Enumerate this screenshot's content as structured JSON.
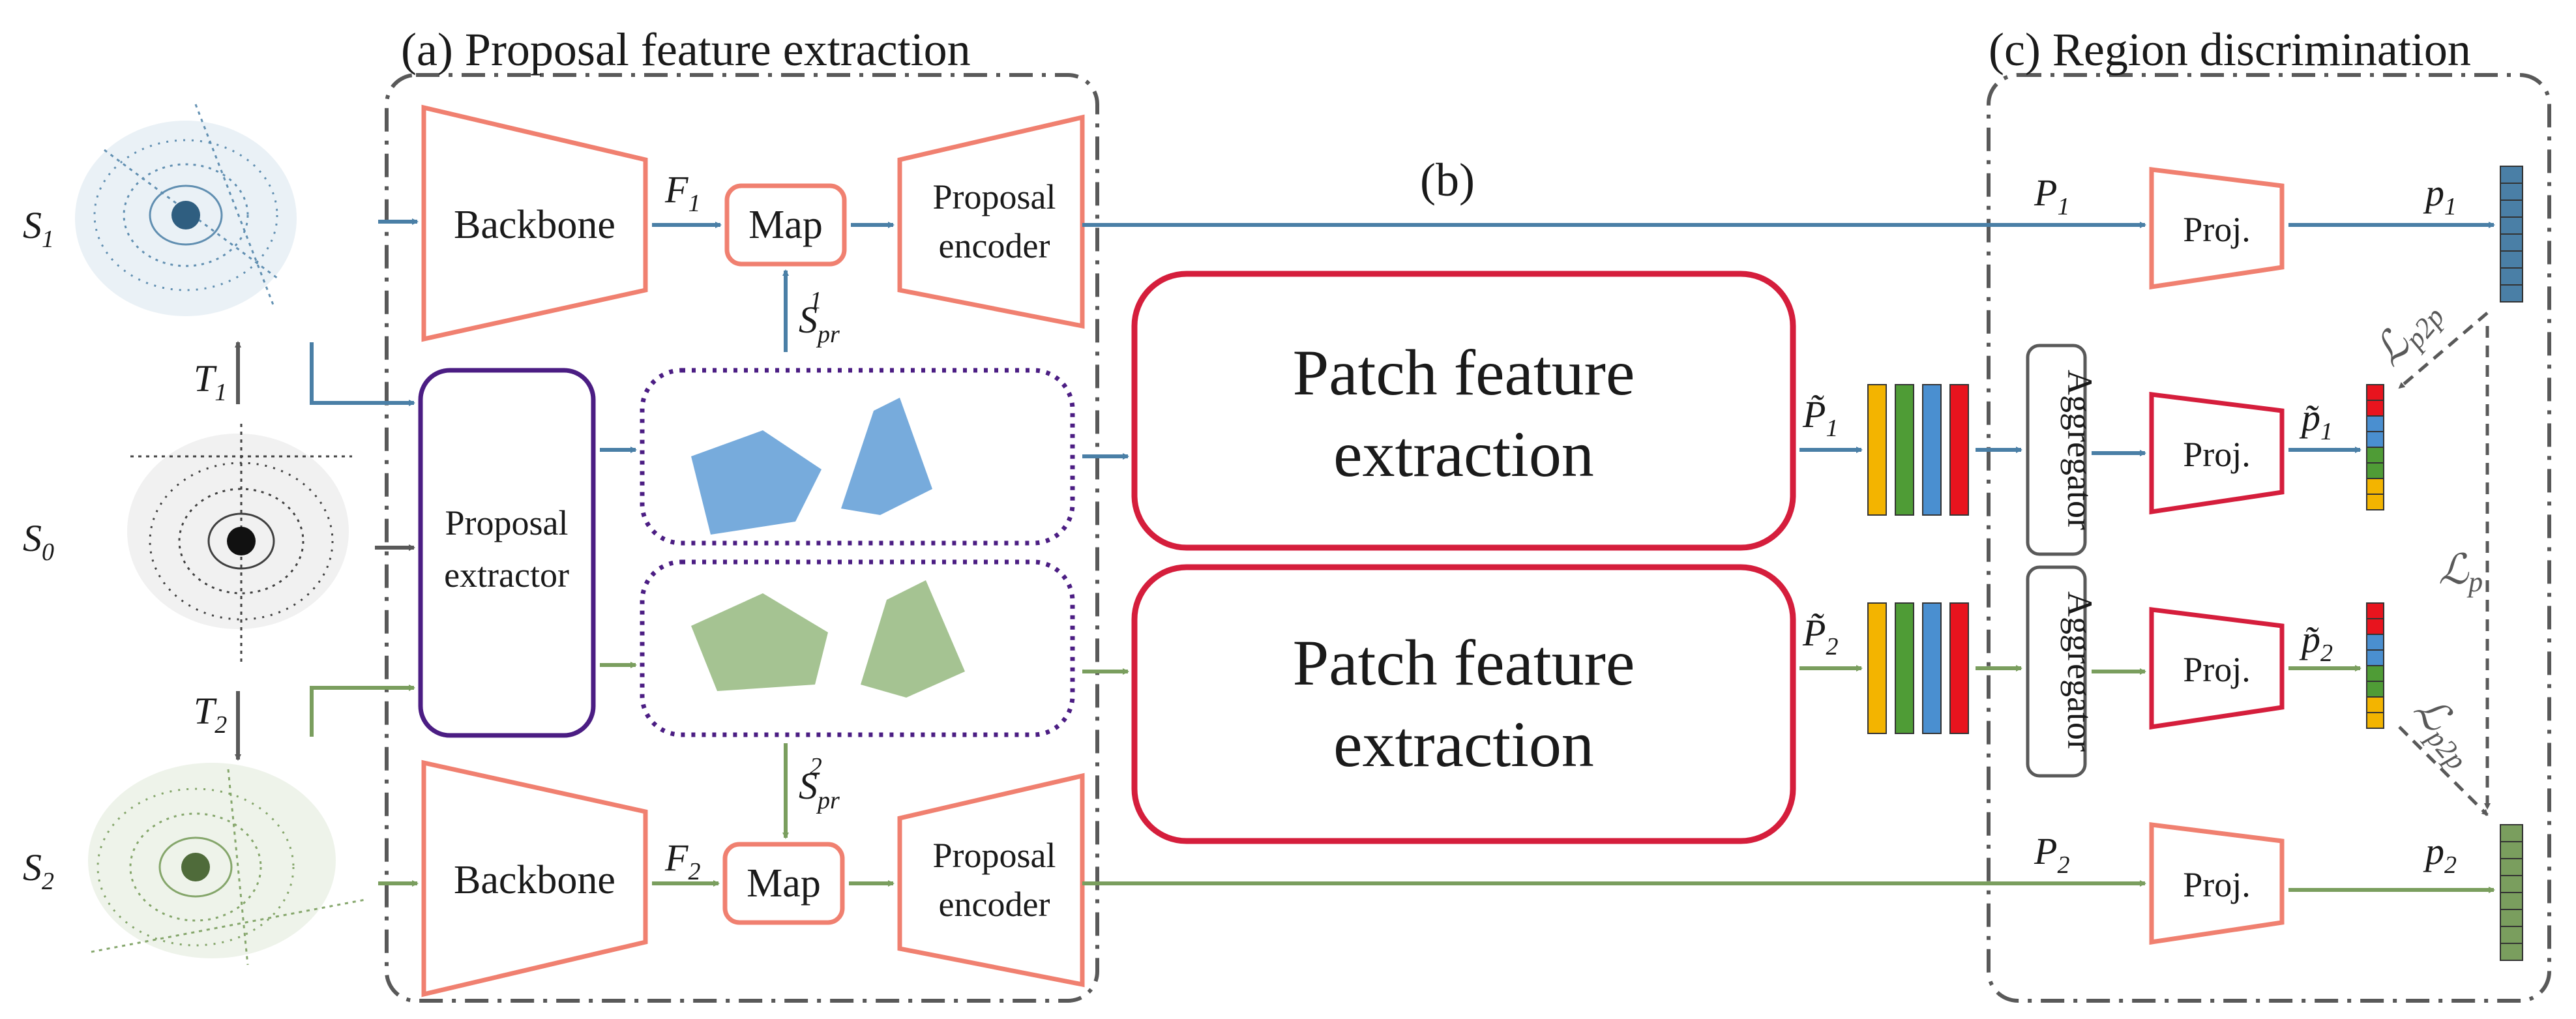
{
  "sections": {
    "a_title": "(a) Proposal feature extraction",
    "b_title": "(b)",
    "c_title": "(c) Region discrimination"
  },
  "inputs": {
    "s1": "S",
    "s1_sub": "1",
    "s0": "S",
    "s0_sub": "0",
    "s2": "S",
    "s2_sub": "2",
    "t1": "T",
    "t1_sub": "1",
    "t2": "T",
    "t2_sub": "2"
  },
  "modules": {
    "backbone_top": "Backbone",
    "backbone_bottom": "Backbone",
    "map_top": "Map",
    "map_bottom": "Map",
    "encoder_top_line1": "Proposal",
    "encoder_top_line2": "encoder",
    "encoder_bottom_line1": "Proposal",
    "encoder_bottom_line2": "encoder",
    "extractor_line1": "Proposal",
    "extractor_line2": "extractor",
    "patch_top_line1": "Patch feature",
    "patch_top_line2": "extraction",
    "patch_bottom_line1": "Patch feature",
    "patch_bottom_line2": "extraction",
    "aggregator_top": "Aggregator",
    "aggregator_bottom": "Aggregator",
    "proj_1": "Proj.",
    "proj_2": "Proj.",
    "proj_3": "Proj.",
    "proj_4": "Proj."
  },
  "symbols": {
    "f1": "F",
    "f1_sub": "1",
    "f2": "F",
    "f2_sub": "2",
    "spr1": "S",
    "spr1_sub": "pr",
    "spr1_sup": "1",
    "spr2": "S",
    "spr2_sub": "pr",
    "spr2_sup": "2",
    "P1": "P",
    "P1_sub": "1",
    "P2": "P",
    "P2_sub": "2",
    "Pt1": "P̃",
    "Pt1_sub": "1",
    "Pt2": "P̃",
    "Pt2_sub": "2",
    "p1": "p",
    "p1_sub": "1",
    "p2": "p",
    "p2_sub": "2",
    "pt1": "p̃",
    "pt1_sub": "1",
    "pt2": "p̃",
    "pt2_sub": "2"
  },
  "losses": {
    "l_p2p_top": "ℒ",
    "l_p2p_top_sub": "p2p",
    "l_p": "ℒ",
    "l_p_sub": "p",
    "l_p2p_bottom": "ℒ",
    "l_p2p_bottom_sub": "p2p"
  },
  "colors": {
    "blue": "#4a7fa6",
    "green": "#7a9e5e",
    "gray": "#595959",
    "salmon": "#f08070",
    "crimson": "#d51e3c",
    "purple": "#4b1d83",
    "feat_orange": "#f3b400",
    "feat_green": "#4f9c36",
    "feat_blue": "#4a8fd0",
    "feat_red": "#e8141e"
  }
}
